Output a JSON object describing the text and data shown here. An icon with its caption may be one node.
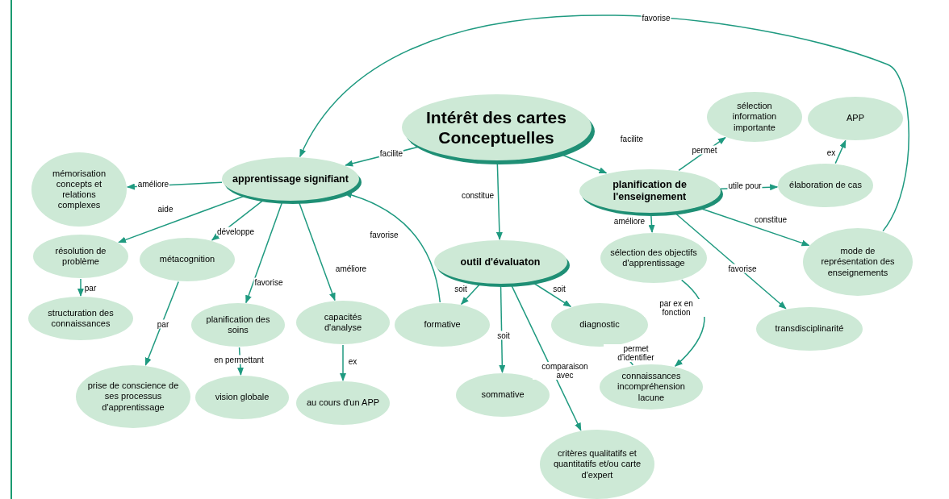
{
  "diagram": {
    "nodes": [
      {
        "text": [
          "Intérêt des cartes Conceptuelles"
        ]
      },
      {
        "text": [
          "apprentissage signifiant"
        ]
      },
      {
        "text": [
          "planification de l'enseignement"
        ]
      },
      {
        "text": [
          "outil d'évaluaton"
        ]
      },
      {
        "text": [
          "mémorisation concepts et relations complexes"
        ]
      },
      {
        "text": [
          "résolution de problème"
        ]
      },
      {
        "text": [
          "métacognition"
        ]
      },
      {
        "text": [
          "structuration des connaissances"
        ]
      },
      {
        "text": [
          "prise de conscience de ses processus d'apprentissage"
        ]
      },
      {
        "text": [
          "planification des soins"
        ]
      },
      {
        "text": [
          "vision globale"
        ]
      },
      {
        "text": [
          "capacités d'analyse"
        ]
      },
      {
        "text": [
          "au cours d'un APP"
        ]
      },
      {
        "text": [
          "formative"
        ]
      },
      {
        "text": [
          "sommative"
        ]
      },
      {
        "text": [
          "diagnostic"
        ]
      },
      {
        "text": [
          "critères qualitatifs et quantitatifs et/ou carte d'expert"
        ]
      },
      {
        "text": [
          "connaissances incompréhension lacune"
        ]
      },
      {
        "text": [
          "sélection information importante"
        ]
      },
      {
        "text": [
          "APP"
        ]
      },
      {
        "text": [
          "élaboration de cas"
        ]
      },
      {
        "text": [
          "sélection des objectifs d'apprentissage"
        ]
      },
      {
        "text": [
          "mode de représentation des enseignements"
        ]
      },
      {
        "text": [
          "transdisciplinarité"
        ]
      }
    ],
    "edges": [
      {
        "from": 0,
        "to": 1,
        "arrow": "to",
        "label": "facilite"
      },
      {
        "from": 0,
        "to": 2,
        "arrow": "to",
        "label": "facilite"
      },
      {
        "from": 0,
        "to": 3,
        "arrow": "to",
        "label": "constitue"
      },
      {
        "from": 1,
        "to": 4,
        "arrow": "to",
        "label": "améliore"
      },
      {
        "from": 1,
        "to": 5,
        "arrow": "to",
        "label": "aide"
      },
      {
        "from": 1,
        "to": 6,
        "arrow": "to",
        "label": "développe"
      },
      {
        "from": 1,
        "to": 9,
        "arrow": "to",
        "label": "favorise"
      },
      {
        "from": 1,
        "to": 11,
        "arrow": "to",
        "label": "améliore"
      },
      {
        "from": 5,
        "to": 7,
        "arrow": "to",
        "label": "par"
      },
      {
        "from": 6,
        "to": 8,
        "arrow": "to",
        "label": "par"
      },
      {
        "from": 9,
        "to": 10,
        "arrow": "to",
        "label": "en permettant"
      },
      {
        "from": 11,
        "to": 12,
        "arrow": "to",
        "label": "ex"
      },
      {
        "from": 13,
        "to": 1,
        "arrow": "to",
        "label": "favorise"
      },
      {
        "from": 3,
        "to": 13,
        "arrow": "to",
        "label": "soit"
      },
      {
        "from": 3,
        "to": 14,
        "arrow": "to",
        "label": "soit"
      },
      {
        "from": 3,
        "to": 15,
        "arrow": "to",
        "label": "soit"
      },
      {
        "from": 3,
        "to": 16,
        "arrow": "to",
        "label": "comparaison avec"
      },
      {
        "from": 15,
        "to": 17,
        "arrow": "none",
        "label": "permet d'identifier"
      },
      {
        "from": 21,
        "to": 17,
        "arrow": "to",
        "label": "par ex en fonction"
      },
      {
        "from": 2,
        "to": 18,
        "arrow": "to",
        "label": "permet"
      },
      {
        "from": 2,
        "to": 20,
        "arrow": "to",
        "label": "utile pour"
      },
      {
        "from": 2,
        "to": 21,
        "arrow": "to",
        "label": "améliore"
      },
      {
        "from": 2,
        "to": 22,
        "arrow": "to",
        "label": "constitue"
      },
      {
        "from": 2,
        "to": 23,
        "arrow": "to",
        "label": "favorise"
      },
      {
        "from": 20,
        "to": 19,
        "arrow": "to",
        "label": "ex"
      },
      {
        "from": 22,
        "to": 1,
        "arrow": "to",
        "label": "favorise"
      }
    ]
  }
}
